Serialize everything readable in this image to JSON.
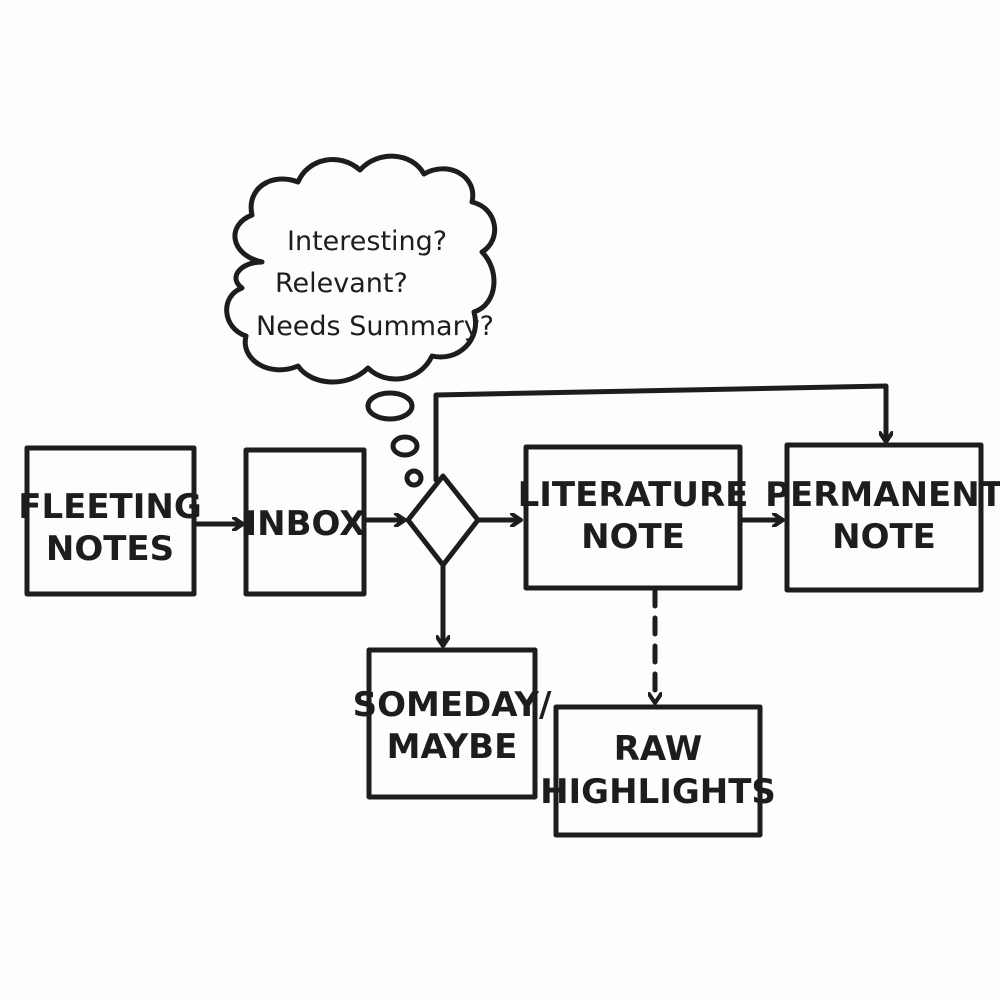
{
  "nodes": {
    "fleeting": [
      "FLEETING",
      "NOTES"
    ],
    "inbox": [
      "INBOX"
    ],
    "literature": [
      "LITERATURE",
      "NOTE"
    ],
    "permanent": [
      "PERMANENT",
      "NOTE"
    ],
    "someday": [
      "SOMEDAY/",
      "MAYBE"
    ],
    "raw": [
      "RAW",
      "HIGHLIGHTS"
    ]
  },
  "thought_bubble": {
    "lines": [
      "Interesting?",
      "Relevant?",
      "Needs Summary?"
    ]
  },
  "colors": {
    "ink": "#1d1d1d",
    "paper": "#fdfdfb"
  }
}
